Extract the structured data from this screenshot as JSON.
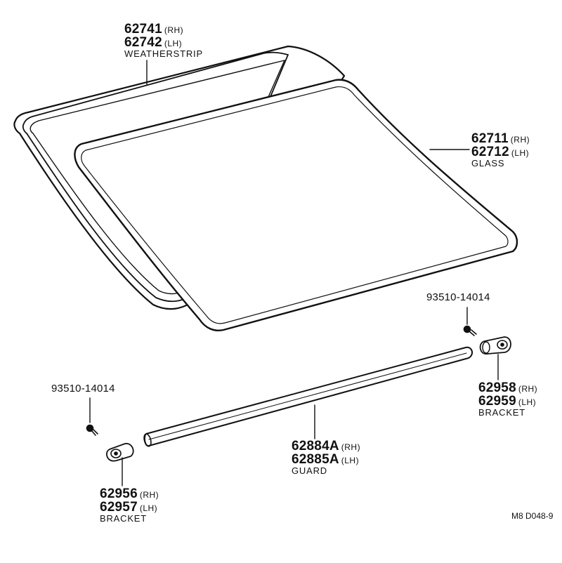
{
  "parts": {
    "weatherstrip": {
      "rh": "62741",
      "lh": "62742",
      "rh_side": "(RH)",
      "lh_side": "(LH)",
      "name": "WEATHERSTRIP"
    },
    "glass": {
      "rh": "62711",
      "lh": "62712",
      "rh_side": "(RH)",
      "lh_side": "(LH)",
      "name": "GLASS"
    },
    "screw_right": {
      "code": "93510-14014"
    },
    "screw_left": {
      "code": "93510-14014"
    },
    "bracket_right": {
      "rh": "62958",
      "lh": "62959",
      "rh_side": "(RH)",
      "lh_side": "(LH)",
      "name": "BRACKET"
    },
    "guard": {
      "rh": "62884A",
      "lh": "62885A",
      "rh_side": "(RH)",
      "lh_side": "(LH)",
      "name": "GUARD"
    },
    "bracket_left": {
      "rh": "62956",
      "lh": "62957",
      "rh_side": "(RH)",
      "lh_side": "(LH)",
      "name": "BRACKET"
    }
  },
  "figure_ref": "M8  D048-9",
  "colors": {
    "ink": "#111111",
    "paper": "#ffffff"
  }
}
